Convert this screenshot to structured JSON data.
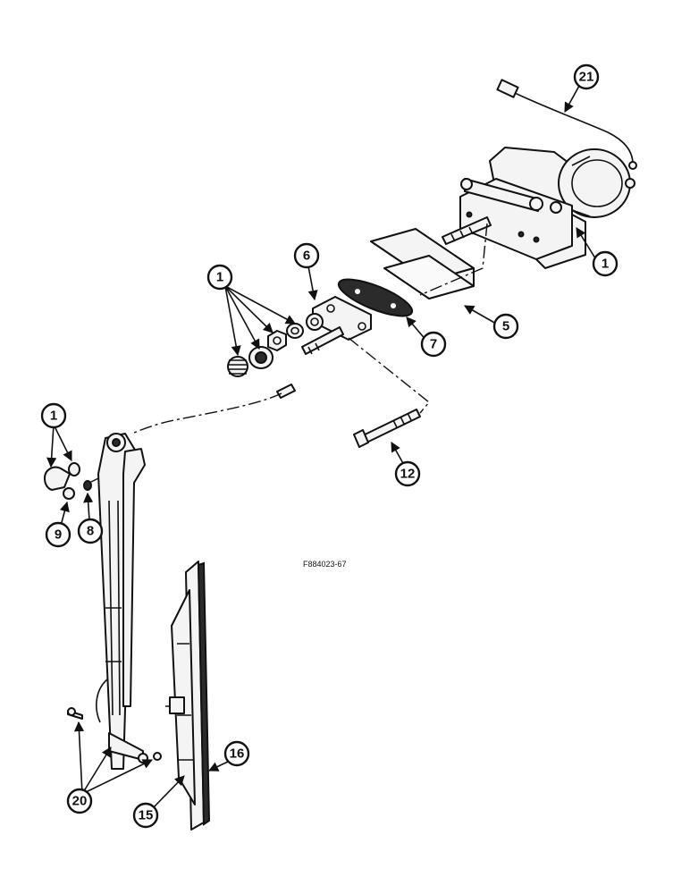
{
  "figure_code": "F884023-67",
  "callouts": {
    "c21": "21",
    "c1_motor": "1",
    "c5": "5",
    "c7": "7",
    "c6": "6",
    "c1_nuts": "1",
    "c12": "12",
    "c1_cap": "1",
    "c9": "9",
    "c8": "8",
    "c16": "16",
    "c15": "15",
    "c20": "20"
  }
}
